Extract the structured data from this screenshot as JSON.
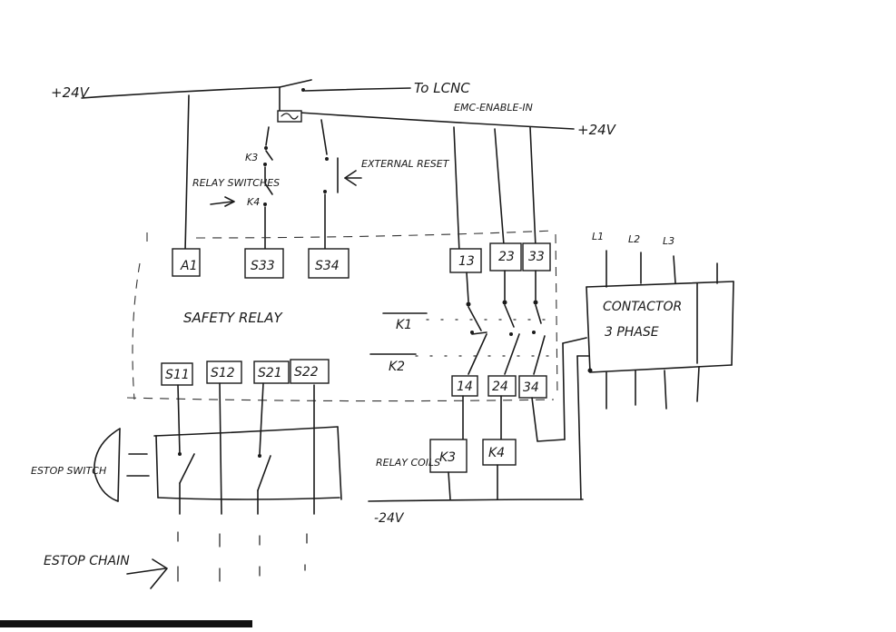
{
  "labels": {
    "plus24v_left": "+24V",
    "plus24v_right": "+24V",
    "to_lcnc": "To LCNC",
    "emc_enable": "EMC-ENABLE-IN",
    "k3": "K3",
    "k4": "K4",
    "relay_switches": "RELAY SWITCHES",
    "external_reset": "EXTERNAL RESET",
    "safety_relay": "SAFETY RELAY",
    "k1": "K1",
    "k2": "K2",
    "contactor": "CONTACTOR",
    "three_phase": "3 PHASE",
    "l1": "L1",
    "l2": "L2",
    "l3": "L3",
    "relay_coils": "RELAY COILS",
    "estop_switch": "ESTOP SWITCH",
    "estop_chain": "ESTOP CHAIN",
    "minus24v": "-24V"
  },
  "terminals": {
    "a1": "A1",
    "s33": "S33",
    "s34": "S34",
    "t13": "13",
    "t23": "23",
    "t33": "33",
    "s11": "S11",
    "s12": "S12",
    "s21": "S21",
    "s22": "S22",
    "t14": "14",
    "t24": "24",
    "t34": "34",
    "k3": "K3",
    "k4": "K4"
  }
}
